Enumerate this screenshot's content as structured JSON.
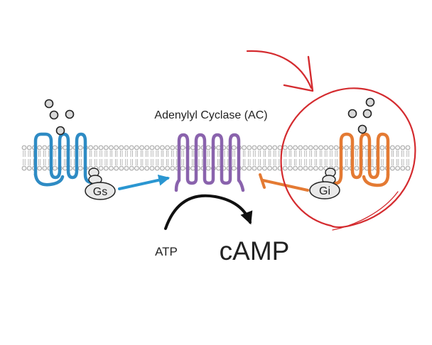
{
  "labels": {
    "enzyme": "Adenylyl Cyclase (AC)",
    "substrate": "ATP",
    "product": "cAMP",
    "stimulatory_g_protein": "Gs",
    "inhibitory_g_protein": "Gi"
  },
  "colors": {
    "stimulatory_receptor": "#2e8bc4",
    "adenylyl_cyclase": "#8a63ad",
    "inhibitory_receptor": "#e47a33",
    "activation_arrow": "#2a96d1",
    "inhibition_arrow": "#e47a33",
    "annotation": "#d42b2f",
    "membrane": "#9a9a9a",
    "g_protein_fill": "#e9e9e9",
    "conversion_arrow": "#111111"
  },
  "icons": {
    "ligand": "circle",
    "activation": "arrowhead",
    "inhibition": "flat-bar"
  }
}
